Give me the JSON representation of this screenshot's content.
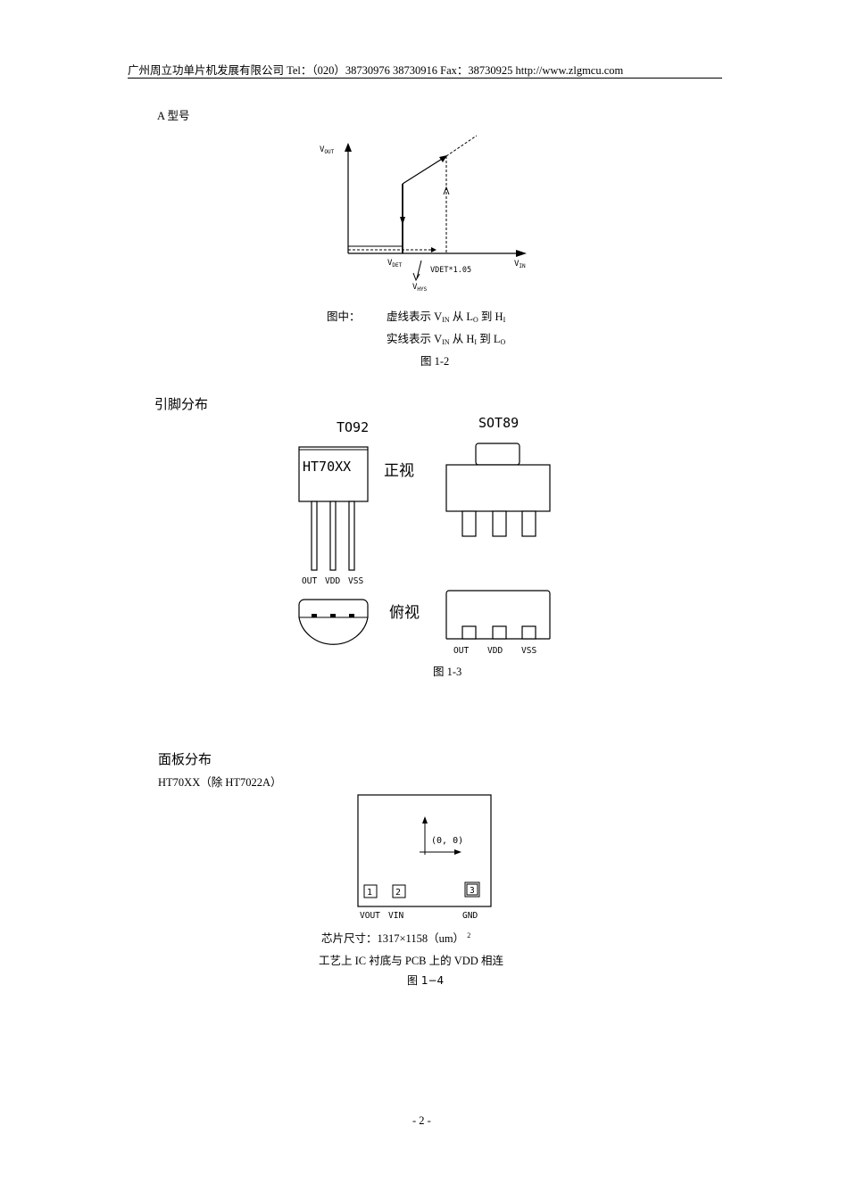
{
  "header": {
    "text": "广州周立功单片机发展有限公司    Tel：（020）38730976    38730916    Fax：38730925 http://www.zlgmcu.com"
  },
  "section_a": {
    "label": "A 型号",
    "graph": {
      "vout_label": "V",
      "vout_sub": "OUT",
      "vin_label": "V",
      "vin_sub": "IN",
      "vdet_label": "V",
      "vdet_sub": "DET",
      "vhys_label": "V",
      "vhys_sub": "HYS",
      "vdet_mult_label": "VDET*1.05"
    },
    "legend": {
      "prefix": "图中：",
      "line1": {
        "text": "虚线表示 V",
        "sub1": "IN",
        "mid": " 从 L",
        "sub2": "O",
        "end": " 到 H",
        "sub3": "I"
      },
      "line2": {
        "text": "实线表示 V",
        "sub1": "IN",
        "mid": " 从 H",
        "sub2": "I",
        "end": " 到 L",
        "sub3": "O"
      }
    },
    "caption": "图 1-2"
  },
  "pinout": {
    "heading": "引脚分布",
    "to92": {
      "title": "TO92",
      "chip_text": "HT70XX",
      "pins": [
        "OUT",
        "VDD",
        "VSS"
      ]
    },
    "sot89": {
      "title": "SOT89",
      "pins": [
        "OUT",
        "VDD",
        "VSS"
      ]
    },
    "front_view": "正视",
    "top_view": "俯视",
    "caption": "图 1-3"
  },
  "panel": {
    "heading": "面板分布",
    "subheading": "HT70XX（除 HT7022A）",
    "origin_label": "(0, 0)",
    "pad_numbers": [
      "1",
      "2",
      "3"
    ],
    "pad_labels": [
      "VOUT",
      "VIN",
      "GND"
    ],
    "chip_size": "芯片尺寸：1317×1158（um）",
    "chip_size_sup": "2",
    "process_note": "工艺上 IC 衬底与 PCB 上的 VDD 相连",
    "caption": "图 1−4"
  },
  "footer": {
    "page_number": "- 2 -"
  }
}
